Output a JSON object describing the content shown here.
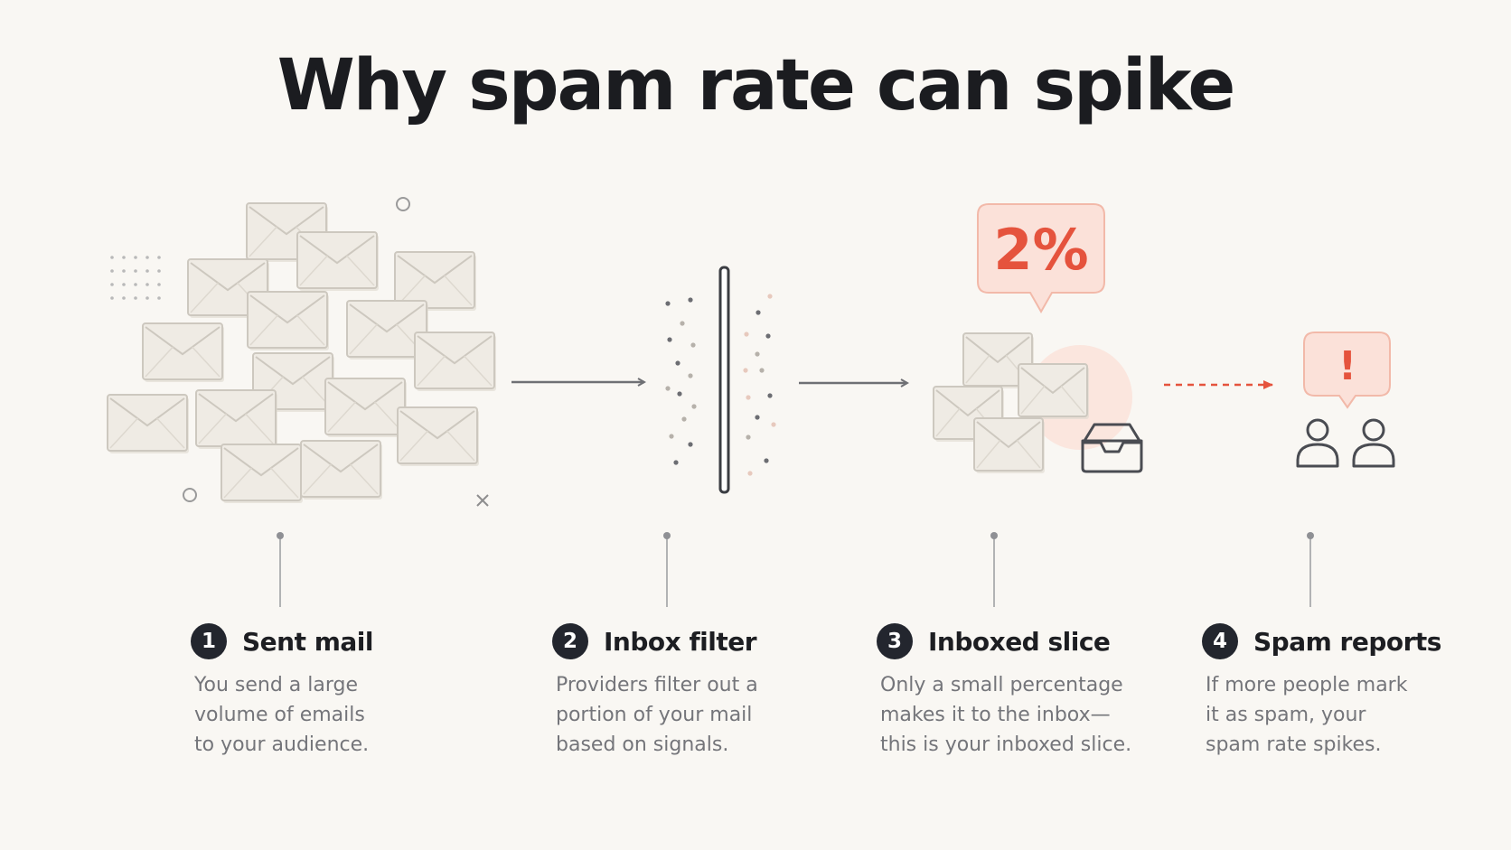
{
  "page": {
    "title": "Why spam rate can spike"
  },
  "callouts": {
    "percent_label": "2%",
    "alert_symbol": "!"
  },
  "steps": [
    {
      "number": "1",
      "title": "Sent mail",
      "description": "You send a large\nvolume of emails\nto your audience.",
      "icon": "envelope-pile"
    },
    {
      "number": "2",
      "title": "Inbox filter",
      "description": "Providers filter out a\nportion of your mail\nbased on signals.",
      "icon": "filter-barrier"
    },
    {
      "number": "3",
      "title": "Inboxed slice",
      "description": "Only a small percentage\nmakes it to the inbox—\nthis is your inboxed slice.",
      "icon": "inbox-tray"
    },
    {
      "number": "4",
      "title": "Spam reports",
      "description": "If more people mark\nit as spam, your\nspam rate spikes.",
      "icon": "people-alert"
    }
  ],
  "colors": {
    "background": "#f9f7f3",
    "accent": "#e5533d",
    "accent_soft": "#fbe1d9",
    "envelope_fill": "#efebe4",
    "envelope_stroke": "#cdc8bf",
    "ink": "#1d1e22",
    "muted_text": "#74757a",
    "line": "#8a8b8f"
  }
}
